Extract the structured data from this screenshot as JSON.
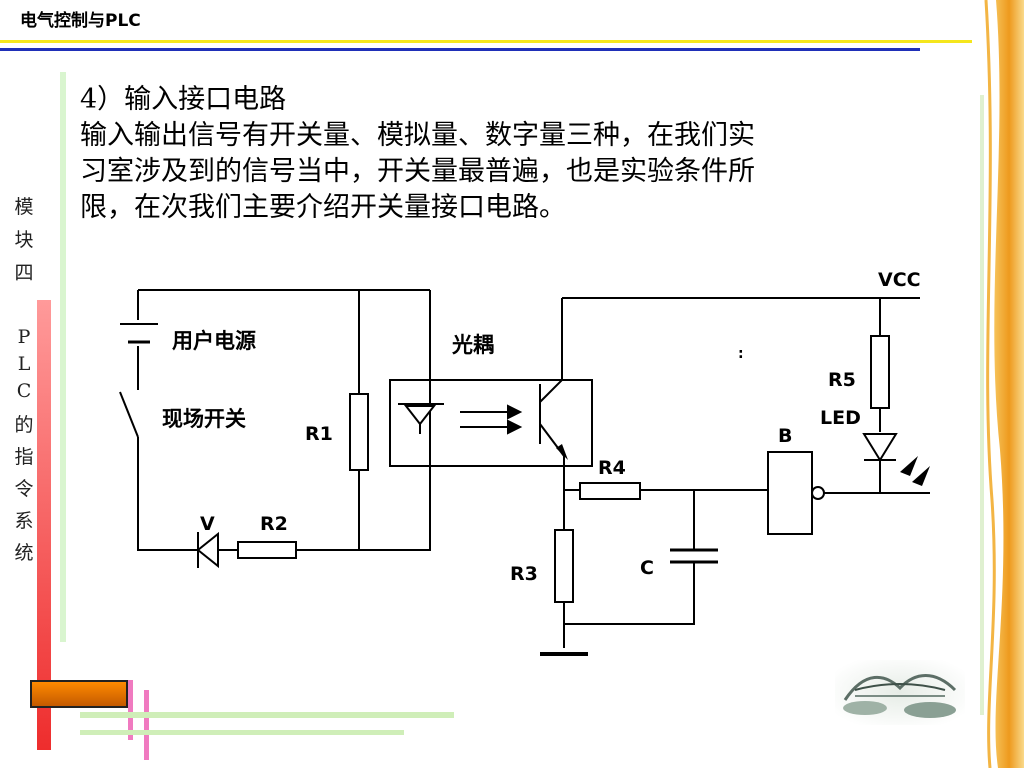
{
  "header": {
    "title": "电气控制与PLC"
  },
  "sidebar": {
    "chars": [
      "模",
      "块",
      "四",
      " ",
      "P",
      "L",
      "C",
      "的",
      "指",
      "令",
      "系",
      "统"
    ]
  },
  "content": {
    "heading": "4）输入接口电路",
    "line1": "输入输出信号有开关量、模拟量、数字量三种，在我们实",
    "line2": "习室涉及到的信号当中，开关量最普遍，也是实验条件所",
    "line3": "限，在次我们主要介绍开关量接口电路。"
  },
  "diagram": {
    "labels": {
      "power": "用户电源",
      "switch": "现场开关",
      "r1": "R1",
      "v": "V",
      "r2": "R2",
      "optocoupler": "光耦",
      "r4": "R4",
      "r3": "R3",
      "c": "C",
      "b": "B",
      "vcc": "VCC",
      "r5": "R5",
      "led": "LED",
      "dot": ":"
    }
  },
  "colors": {
    "yellow_line": "#f5e61c",
    "blue_line": "#1f2fb8",
    "side_red": "#ee2d2d",
    "accent_orange": "#ff8a00"
  }
}
